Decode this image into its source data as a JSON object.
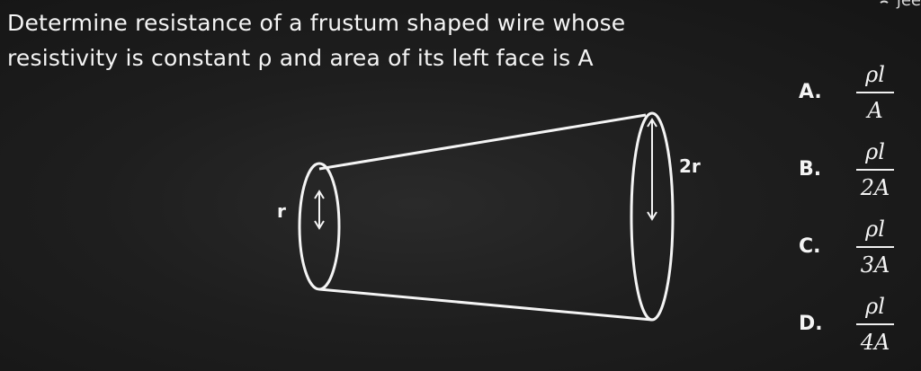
{
  "question": {
    "text": "Determine resistance of a frustum shaped wire whose resistivity is constant ρ and area of its left face is A"
  },
  "brand": {
    "text": "jee",
    "icon": "wifi-like-logo-icon"
  },
  "figure": {
    "left_label": "r",
    "right_label": "2r"
  },
  "options": [
    {
      "letter": "A.",
      "numerator": "ρl",
      "denominator": "A"
    },
    {
      "letter": "B.",
      "numerator": "ρl",
      "denominator": "2A"
    },
    {
      "letter": "C.",
      "numerator": "ρl",
      "denominator": "3A"
    },
    {
      "letter": "D.",
      "numerator": "ρl",
      "denominator": "4A"
    }
  ],
  "colors": {
    "background": "#1e1e1e",
    "foreground": "#f4f4f4"
  }
}
